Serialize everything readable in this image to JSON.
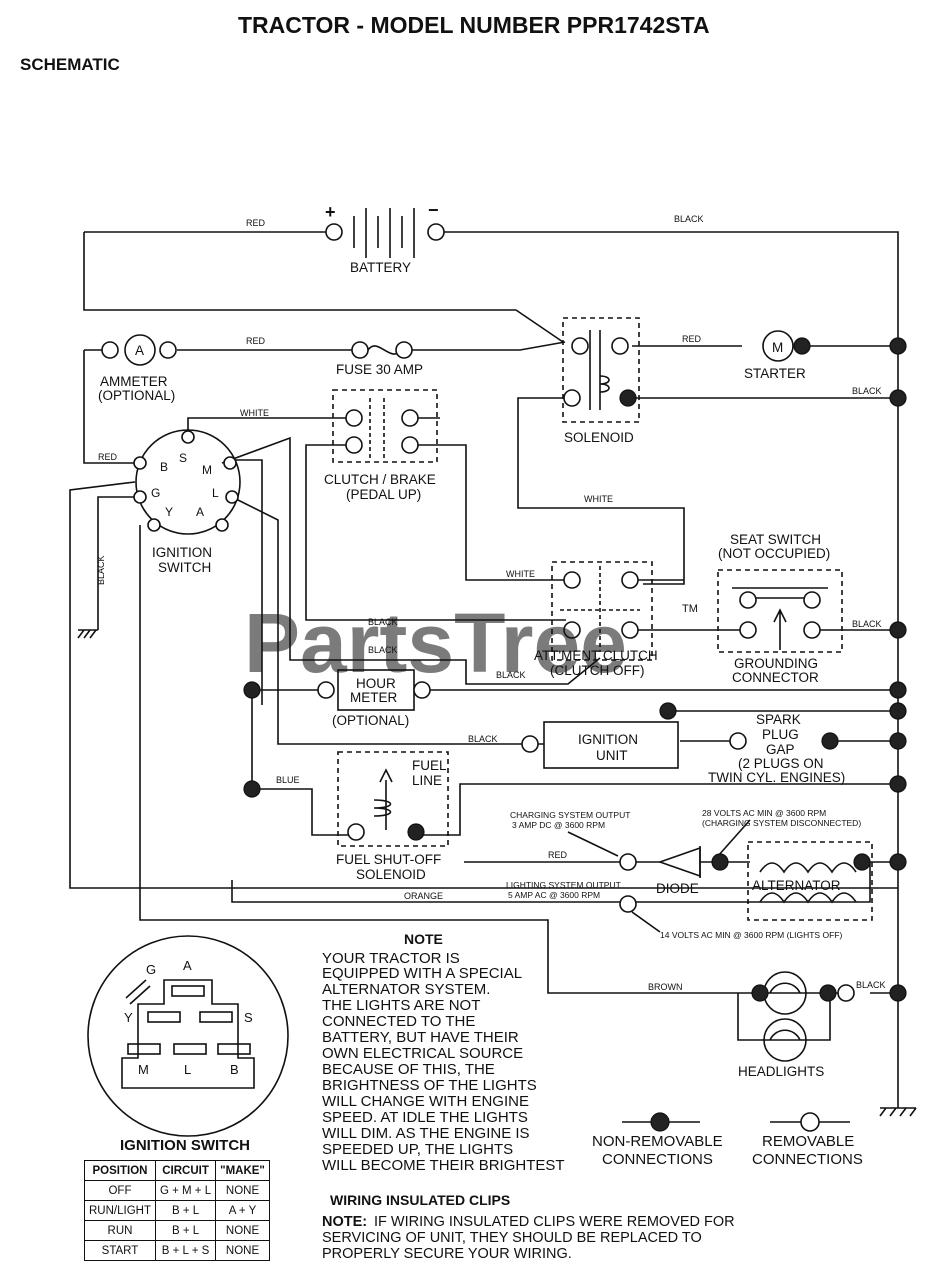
{
  "title": "TRACTOR - MODEL NUMBER PPR1742STA",
  "subtitle": "SCHEMATIC",
  "watermark": "PartsTree",
  "watermark_tm": "TM",
  "components": {
    "battery": "BATTERY",
    "battery_pos": "+",
    "battery_neg": "−",
    "ammeter_symbol": "A",
    "ammeter_1": "AMMETER",
    "ammeter_2": "(OPTIONAL)",
    "fuse": "FUSE 30 AMP",
    "solenoid": "SOLENOID",
    "starter_symbol": "M",
    "starter": "STARTER",
    "clutch_1": "CLUTCH / BRAKE",
    "clutch_2": "(PEDAL UP)",
    "ignition_switch_1": "IGNITION",
    "ignition_switch_2": "SWITCH",
    "seat_1": "SEAT SWITCH",
    "seat_2": "(NOT OCCUPIED)",
    "attm_1": "ATT'MENT CLUTCH",
    "attm_2": "(CLUTCH OFF)",
    "grounding_1": "GROUNDING",
    "grounding_2": "CONNECTOR",
    "hour_1": "HOUR",
    "hour_2": "METER",
    "hour_3": "(OPTIONAL)",
    "ign_unit_1": "IGNITION",
    "ign_unit_2": "UNIT",
    "spark_1": "SPARK",
    "spark_2": "PLUG",
    "spark_3": "GAP",
    "spark_4": "(2 PLUGS ON",
    "spark_5": "TWIN CYL. ENGINES)",
    "fuel_line_1": "FUEL",
    "fuel_line_2": "LINE",
    "fuel_sol_1": "FUEL SHUT-OFF",
    "fuel_sol_2": "SOLENOID",
    "diode": "DIODE",
    "alternator": "ALTERNATOR",
    "headlights": "HEADLIGHTS",
    "charging_1": "CHARGING SYSTEM OUTPUT",
    "charging_2": "3 AMP DC @ 3600 RPM",
    "volts28_1": "28 VOLTS AC MIN  @ 3600 RPM",
    "volts28_2": "(CHARGING SYSTEM DISCONNECTED)",
    "lighting_1": "LIGHTING SYSTEM OUTPUT",
    "lighting_2": "5 AMP AC @ 3600 RPM",
    "volts14": "14 VOLTS AC MIN  @ 3600 RPM (LIGHTS OFF)"
  },
  "terminals": {
    "B": "B",
    "S": "S",
    "M": "M",
    "G": "G",
    "L": "L",
    "Y": "Y",
    "A": "A"
  },
  "wires": {
    "red": "RED",
    "black": "BLACK",
    "white": "WHITE",
    "blue": "BLUE",
    "orange": "ORANGE",
    "brown": "BROWN"
  },
  "note": {
    "heading": "NOTE",
    "lines": [
      "YOUR TRACTOR IS",
      "EQUIPPED WITH A SPECIAL",
      "ALTERNATOR SYSTEM.",
      "THE LIGHTS ARE NOT",
      "CONNECTED TO THE",
      "BATTERY, BUT HAVE THEIR",
      "OWN ELECTRICAL SOURCE",
      "BECAUSE OF THIS, THE",
      "BRIGHTNESS OF THE LIGHTS",
      "WILL CHANGE WITH ENGINE",
      "SPEED.  AT IDLE THE LIGHTS",
      "WILL DIM.  AS THE ENGINE IS",
      "SPEEDED UP, THE LIGHTS",
      "WILL BECOME THEIR BRIGHTEST"
    ]
  },
  "legend": {
    "nonremovable_1": "NON-REMOVABLE",
    "nonremovable_2": "CONNECTIONS",
    "removable_1": "REMOVABLE",
    "removable_2": "CONNECTIONS"
  },
  "clips": {
    "heading": "WIRING INSULATED CLIPS",
    "note_bold": "NOTE:",
    "line1": "IF WIRING INSULATED CLIPS WERE REMOVED FOR",
    "line2": "SERVICING OF UNIT, THEY SHOULD BE REPLACED TO",
    "line3": "PROPERLY SECURE YOUR WIRING."
  },
  "ignition_switch_diagram": {
    "title": "IGNITION SWITCH",
    "labels": [
      "G",
      "A",
      "Y",
      "S",
      "M",
      "L",
      "B"
    ]
  },
  "ignition_table": {
    "headers": [
      "POSITION",
      "CIRCUIT",
      "\"MAKE\""
    ],
    "rows": [
      [
        "OFF",
        "G + M + L",
        "NONE"
      ],
      [
        "RUN/LIGHT",
        "B + L",
        "A + Y"
      ],
      [
        "RUN",
        "B + L",
        "NONE"
      ],
      [
        "START",
        "B + L + S",
        "NONE"
      ]
    ]
  }
}
